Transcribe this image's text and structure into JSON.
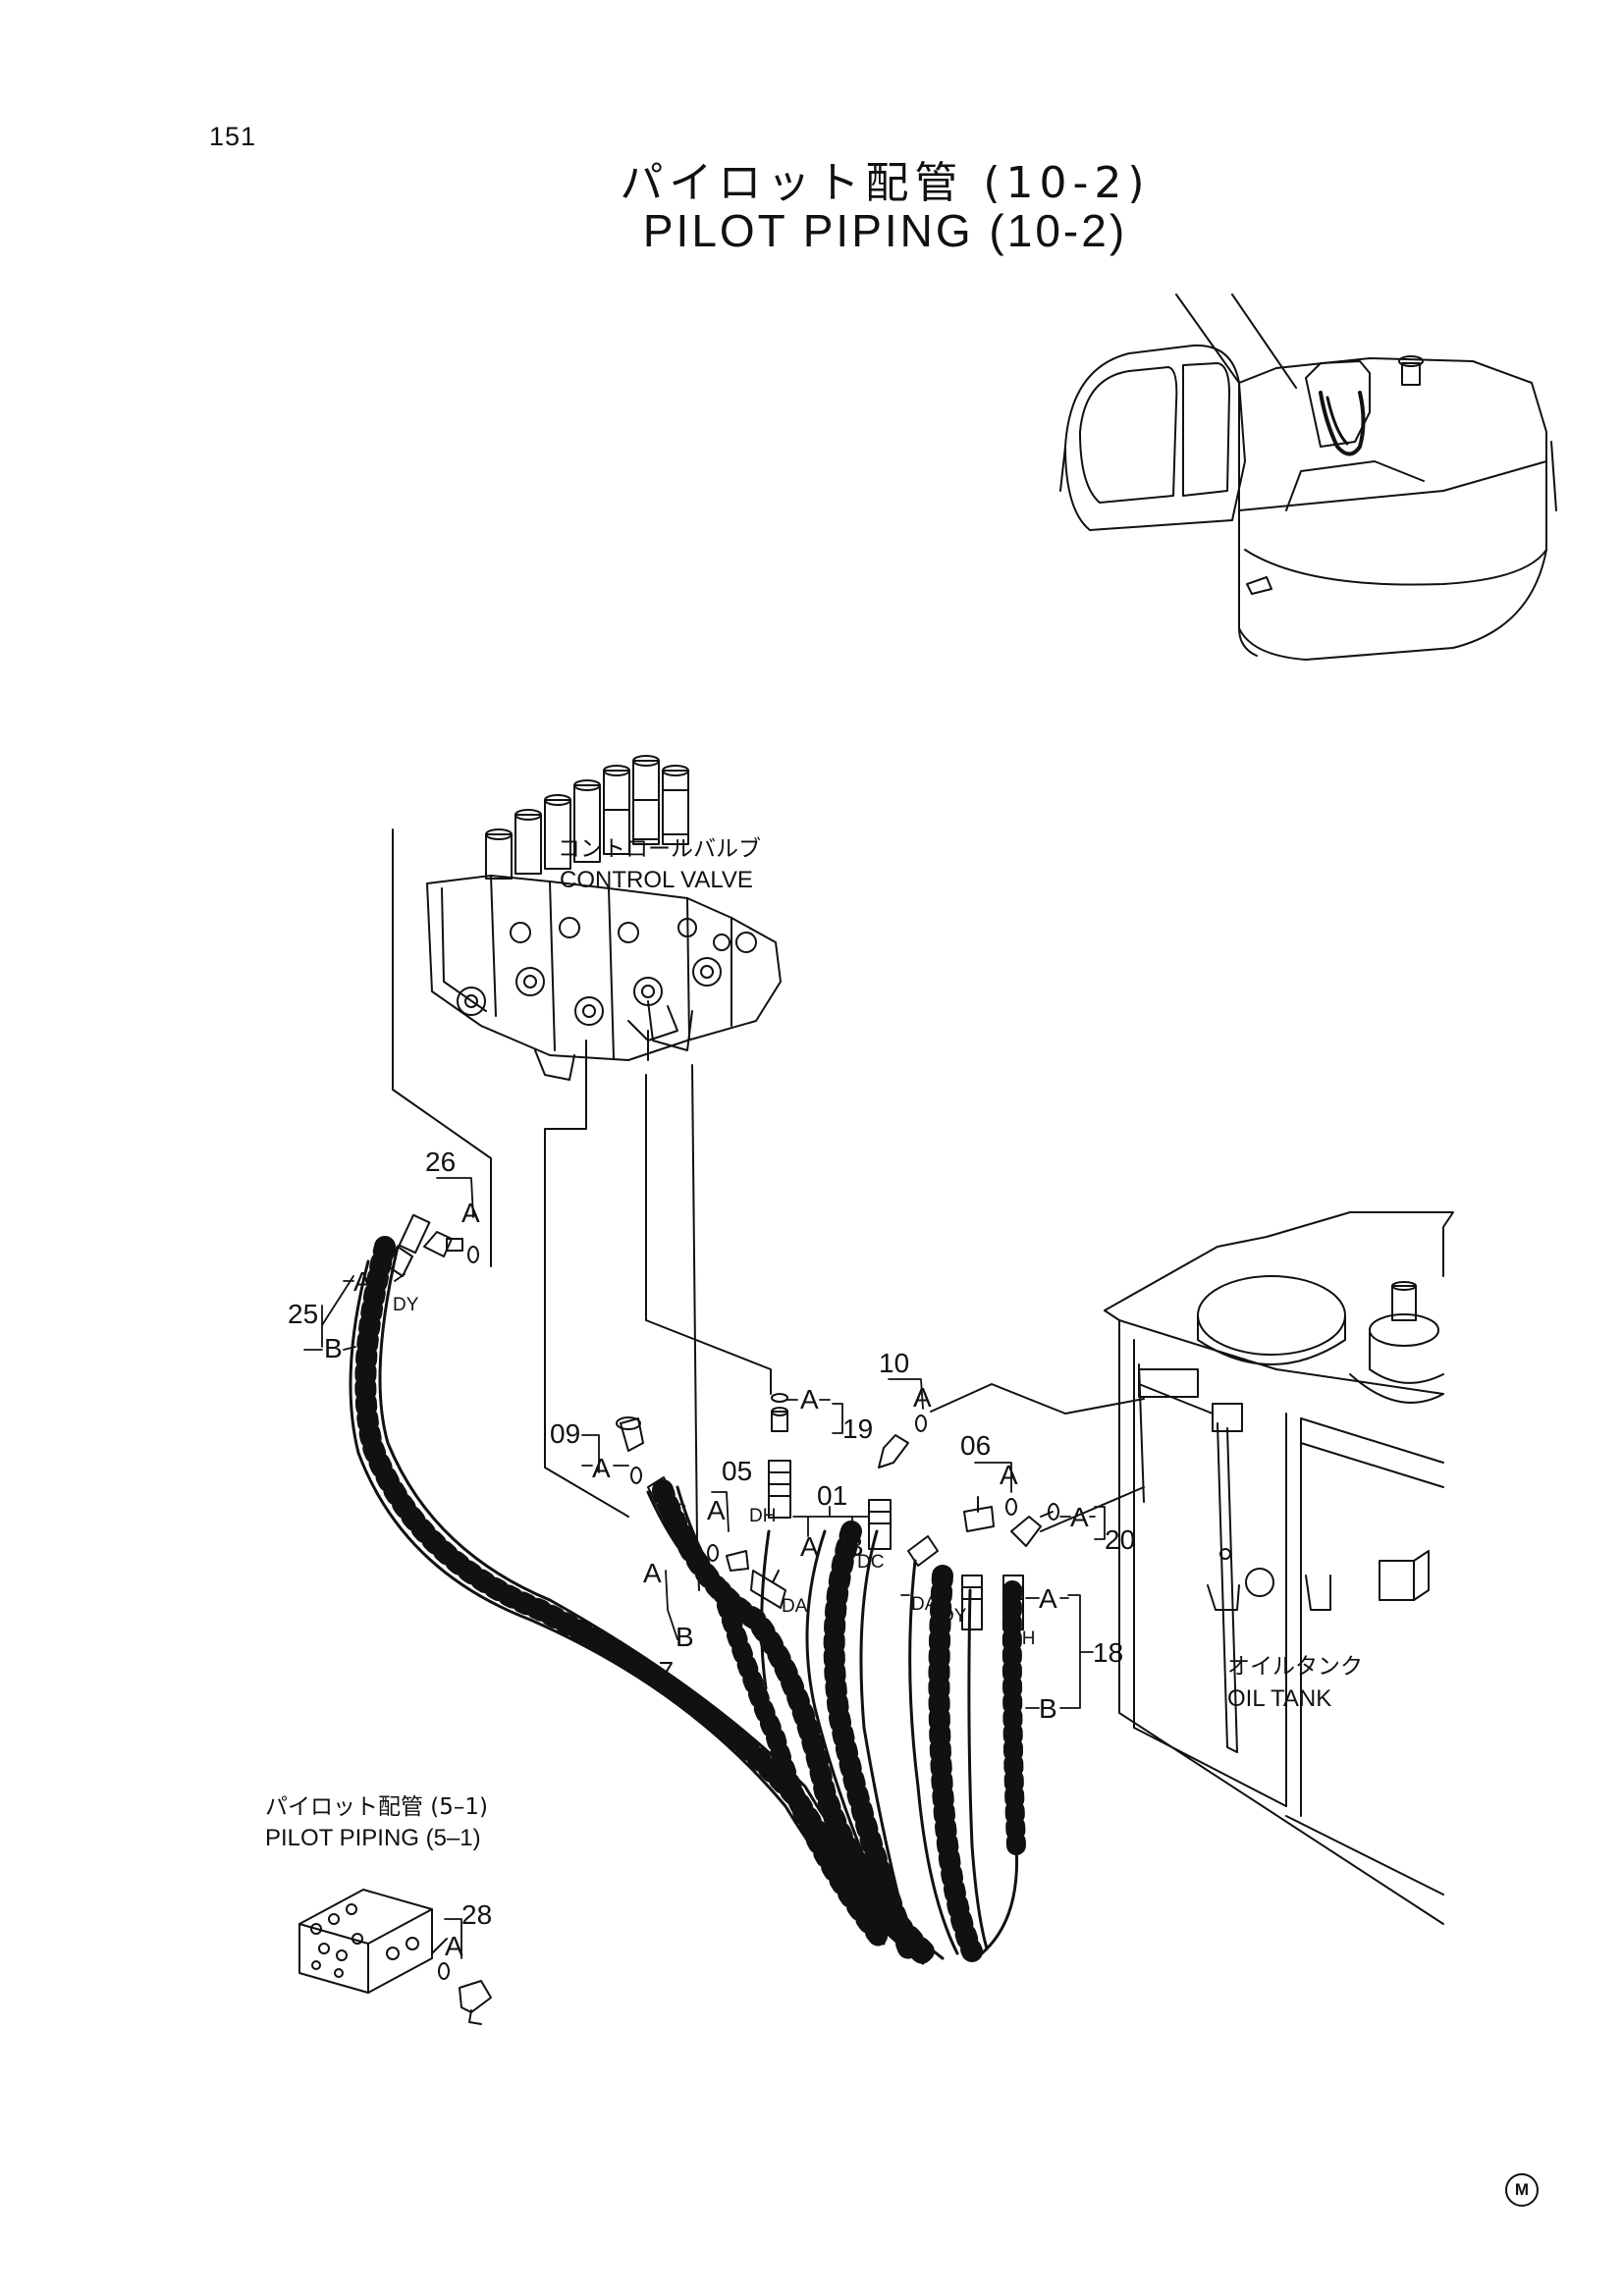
{
  "page": {
    "number": "151",
    "title_ja": "パイロット配管 (10-2)",
    "title_en": "PILOT PIPING (10-2)",
    "maker_mark": "M"
  },
  "components": {
    "control_valve": {
      "name_ja": "コントロールバルブ",
      "name_en": "CONTROL VALVE"
    },
    "oil_tank": {
      "name_ja": "オイルタンク",
      "name_en": "OIL TANK"
    },
    "pilot_piping_ref": {
      "name_ja": "パイロット配管 (5–1)",
      "name_en": "PILOT PIPING (5–1)"
    }
  },
  "part_numbers": {
    "p01": "01",
    "p05": "05",
    "p06": "06",
    "p07": "07",
    "p09": "09",
    "p10": "10",
    "p18": "18",
    "p19": "19",
    "p20": "20",
    "p25": "25",
    "p26": "26",
    "p28": "28"
  },
  "connection_labels": {
    "a": "A",
    "b": "B",
    "dc": "DC",
    "dh": "DH",
    "da": "DA",
    "dy": "DY"
  },
  "colors": {
    "line": "#111111",
    "background": "#ffffff"
  }
}
